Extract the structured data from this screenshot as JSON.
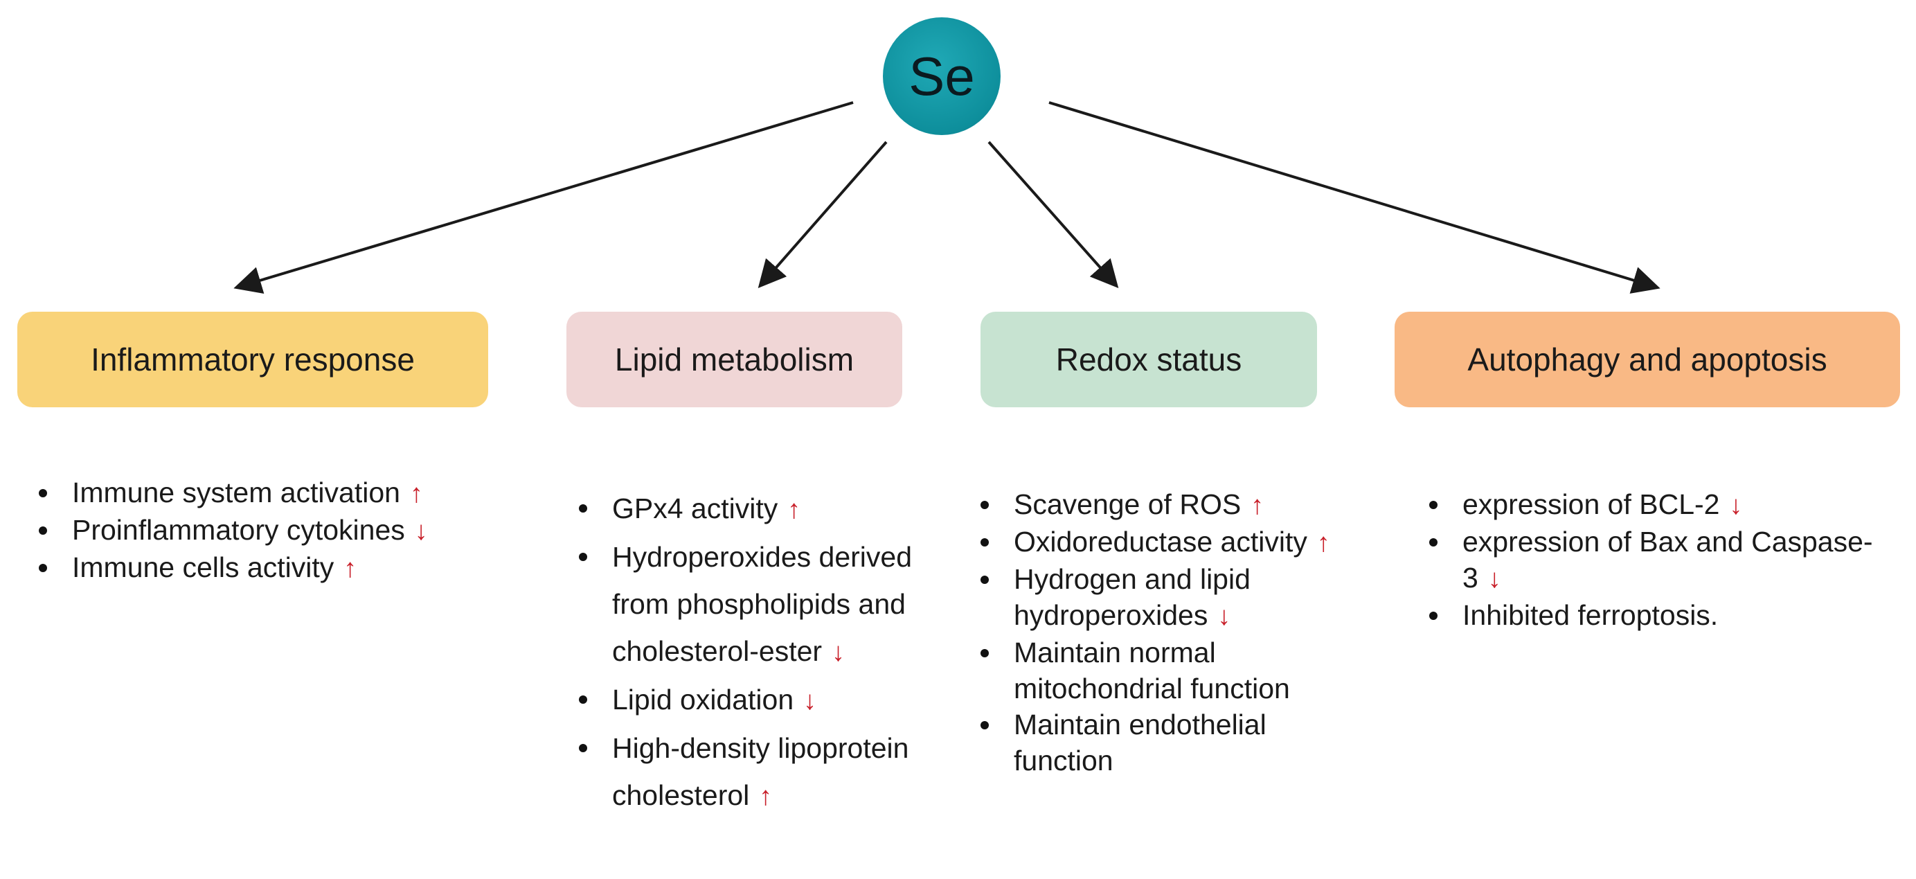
{
  "center_node": {
    "label": "Se",
    "color": "#1099a6"
  },
  "categories": [
    {
      "id": "inflammatory",
      "label": "Inflammatory response",
      "color": "#f9d379"
    },
    {
      "id": "lipid",
      "label": "Lipid metabolism",
      "color": "#f0d6d6"
    },
    {
      "id": "redox",
      "label": "Redox status",
      "color": "#c7e3d1"
    },
    {
      "id": "autophagy",
      "label": "Autophagy and apoptosis",
      "color": "#f9b985"
    }
  ],
  "lists": {
    "inflammatory": [
      {
        "text": "Immune system activation",
        "trend": "↑"
      },
      {
        "text": "Proinflammatory cytokines",
        "trend": "↓"
      },
      {
        "text": "Immune cells activity",
        "trend": "↑"
      }
    ],
    "lipid": [
      {
        "text": "GPx4 activity",
        "trend": "↑"
      },
      {
        "text": "Hydroperoxides derived from phospholipids and cholesterol-ester",
        "trend": "↓"
      },
      {
        "text": "Lipid oxidation",
        "trend": "↓"
      },
      {
        "text": "High-density lipoprotein cholesterol",
        "trend": "↑"
      }
    ],
    "redox": [
      {
        "text": "Scavenge of ROS",
        "trend": "↑"
      },
      {
        "text": "Oxidoreductase activity",
        "trend": "↑"
      },
      {
        "text": "Hydrogen and lipid hydroperoxides",
        "trend": "↓"
      },
      {
        "text": "Maintain normal mitochondrial function",
        "trend": ""
      },
      {
        "text": "Maintain endothelial function",
        "trend": ""
      }
    ],
    "autophagy": [
      {
        "text": "expression of  BCL-2",
        "trend": "↓"
      },
      {
        "text": "expression of  Bax and Caspase-3",
        "trend": "↓"
      },
      {
        "text": "Inhibited ferroptosis.",
        "trend": ""
      }
    ]
  },
  "colors": {
    "up_down_arrow": "#c8202a",
    "connector": "#1a1a1a"
  }
}
